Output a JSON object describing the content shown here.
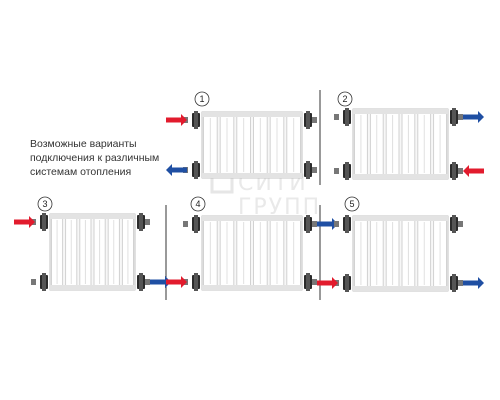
{
  "caption": {
    "lines": [
      "Возможные варианты",
      "подключения к различным",
      "системам отопления"
    ]
  },
  "watermark": [
    "СИТИ",
    "ГРУПП"
  ],
  "colors": {
    "supply_arrow": "#e21b2d",
    "return_arrow": "#1f4fa3",
    "radiator_fill": "#f7f7f7",
    "radiator_stroke": "#b5b5b5",
    "divider": "#333333"
  },
  "variants": [
    {
      "number": "1",
      "supply": "top-left",
      "return": "bottom-left"
    },
    {
      "number": "2",
      "supply": "bottom-right",
      "return": "top-right"
    },
    {
      "number": "3",
      "supply": "top-left",
      "return": "bottom-right"
    },
    {
      "number": "4",
      "supply": "bottom-left",
      "return": "top-right"
    },
    {
      "number": "5",
      "supply": "bottom-left",
      "return": "bottom-right"
    }
  ]
}
